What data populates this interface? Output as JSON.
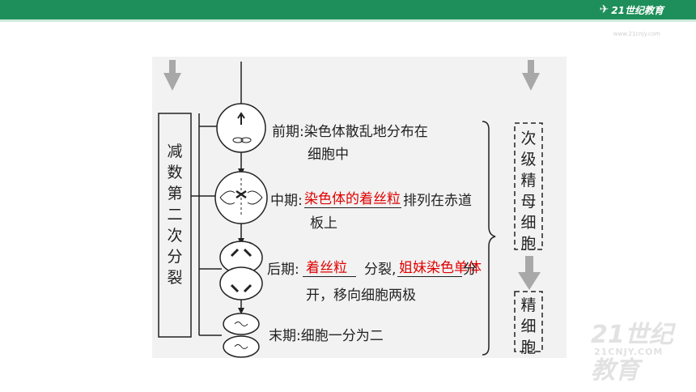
{
  "header": {
    "logo_mark": "✈",
    "logo_text": "21世纪教育",
    "logo_url": "www.21cnjy.com",
    "bar_color": "#1e8f5a"
  },
  "diagram": {
    "left_box_label": "减数第二次分裂",
    "stages": {
      "prophase_1": "前期:染色体散乱地分布在",
      "prophase_2": "细胞中",
      "metaphase_1": "中期:",
      "metaphase_blank": "染色体的着丝粒",
      "metaphase_2": "排列在赤道",
      "metaphase_3": "板上",
      "anaphase_1": "后期:",
      "anaphase_blank1": "着丝粒",
      "anaphase_2": "分裂,",
      "anaphase_blank2": "姐妹染色单体",
      "anaphase_3": "分",
      "anaphase_4": "开，移向细胞两极",
      "telophase": "末期:细胞一分为二"
    },
    "right_box_top": "次级精母细胞",
    "right_box_bottom": "精细胞",
    "answer_color": "#e00000"
  },
  "watermark": {
    "main": "21世纪教育",
    "sub": "21CNJY.COM"
  }
}
